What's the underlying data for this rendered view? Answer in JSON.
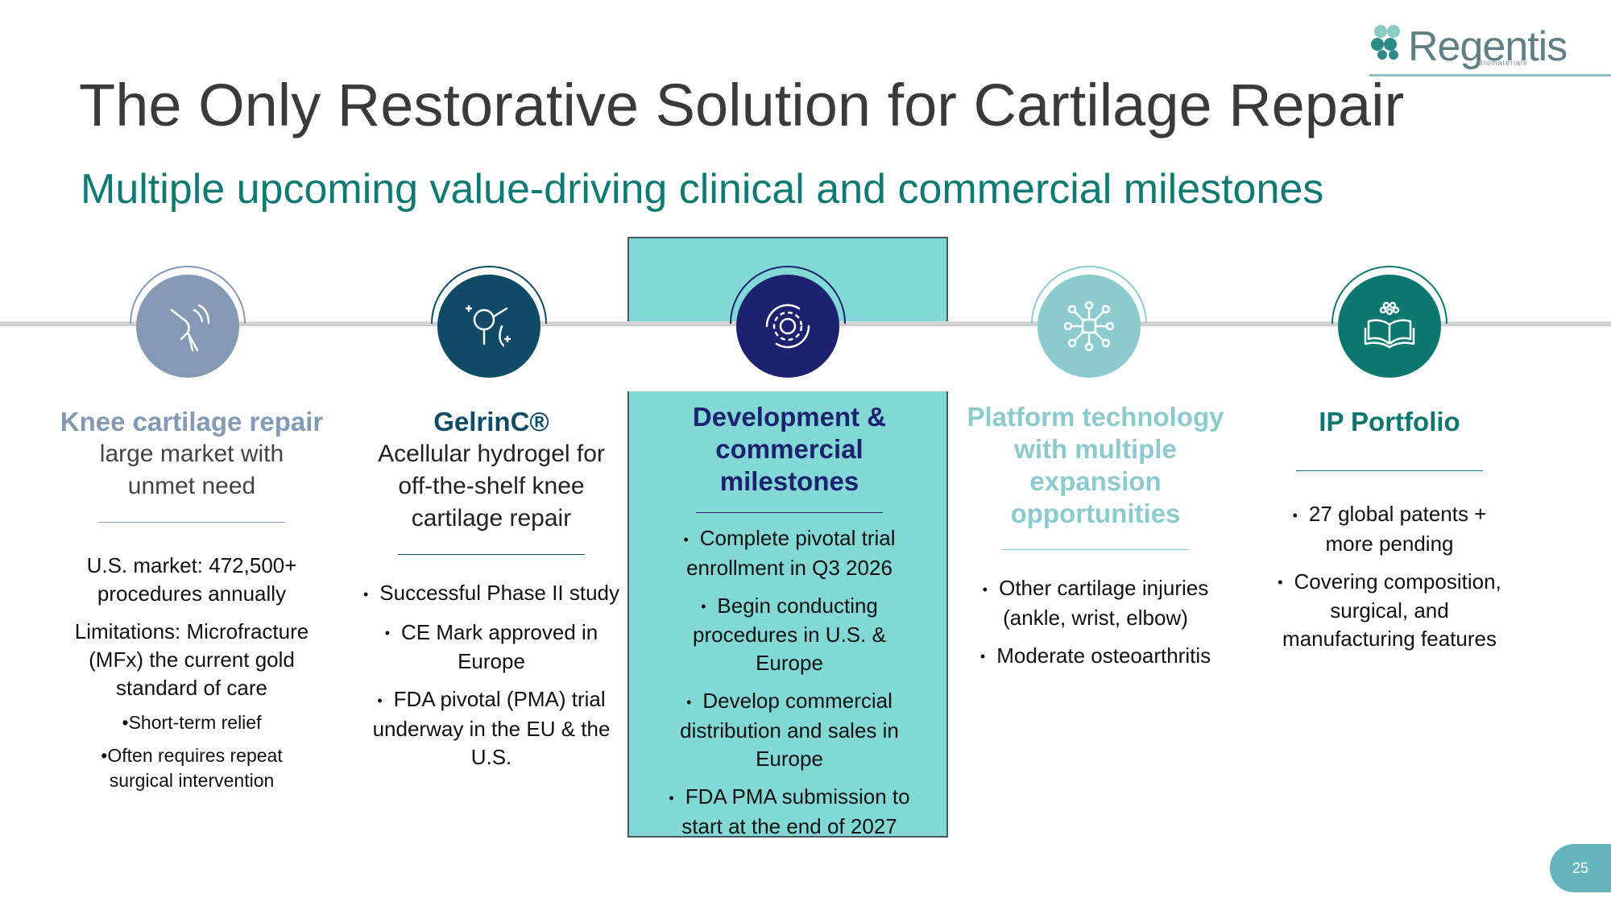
{
  "slide": {
    "title": "The Only Restorative Solution for Cartilage Repair",
    "subtitle": "Multiple upcoming value-driving clinical and commercial milestones",
    "page_number": "25"
  },
  "logo": {
    "name": "Regentis",
    "tagline": "Biomaterials"
  },
  "colors": {
    "knee": "#8399b4",
    "gelrin": "#0f4a66",
    "development": "#1c2170",
    "platform": "#8ccbcd",
    "ip": "#0c776e",
    "highlight": "#82d8d5"
  },
  "columns": {
    "knee": {
      "icon": "knee-joint-icon",
      "heading": "Knee cartilage repair",
      "sub_1": "large market with",
      "sub_2": "unmet need",
      "line_1": "U.S. market: 472,500+",
      "line_2": "procedures annually",
      "line_3": "Limitations: Microfracture",
      "line_4": "(MFx) the current gold",
      "line_5": "standard of care",
      "bullets": [
        "Short-term relief",
        "Often requires repeat",
        "surgical intervention"
      ]
    },
    "gelrin": {
      "icon": "magnifier-research-icon",
      "heading": "GelrinC®",
      "sub_1": "Acellular hydrogel for",
      "sub_2": "off-the-shelf knee",
      "sub_3": "cartilage repair",
      "bullets": [
        "Successful Phase II study",
        "CE Mark approved in",
        "Europe",
        "FDA pivotal (PMA) trial",
        "underway in the EU & the",
        "U.S."
      ]
    },
    "development": {
      "icon": "gear-cycle-icon",
      "heading_1": "Development &",
      "heading_2": "commercial",
      "heading_3": "milestones",
      "bullets": [
        "Complete pivotal trial",
        "enrollment in Q3 2026",
        "Begin conducting",
        "procedures in U.S. &",
        "Europe",
        "Develop commercial",
        "distribution and sales in",
        "Europe",
        "FDA PMA submission to",
        "start at the end of 2027"
      ]
    },
    "platform": {
      "icon": "network-chip-icon",
      "heading_1": "Platform technology",
      "heading_2": "with multiple",
      "heading_3": "expansion",
      "heading_4": "opportunities",
      "bullets": [
        "Other cartilage injuries",
        "(ankle, wrist, elbow)",
        "Moderate osteoarthritis"
      ]
    },
    "ip": {
      "icon": "open-book-icon",
      "heading": "IP Portfolio",
      "bullets": [
        "27 global patents +",
        "more pending",
        "Covering composition,",
        "surgical, and",
        "manufacturing features"
      ]
    }
  }
}
